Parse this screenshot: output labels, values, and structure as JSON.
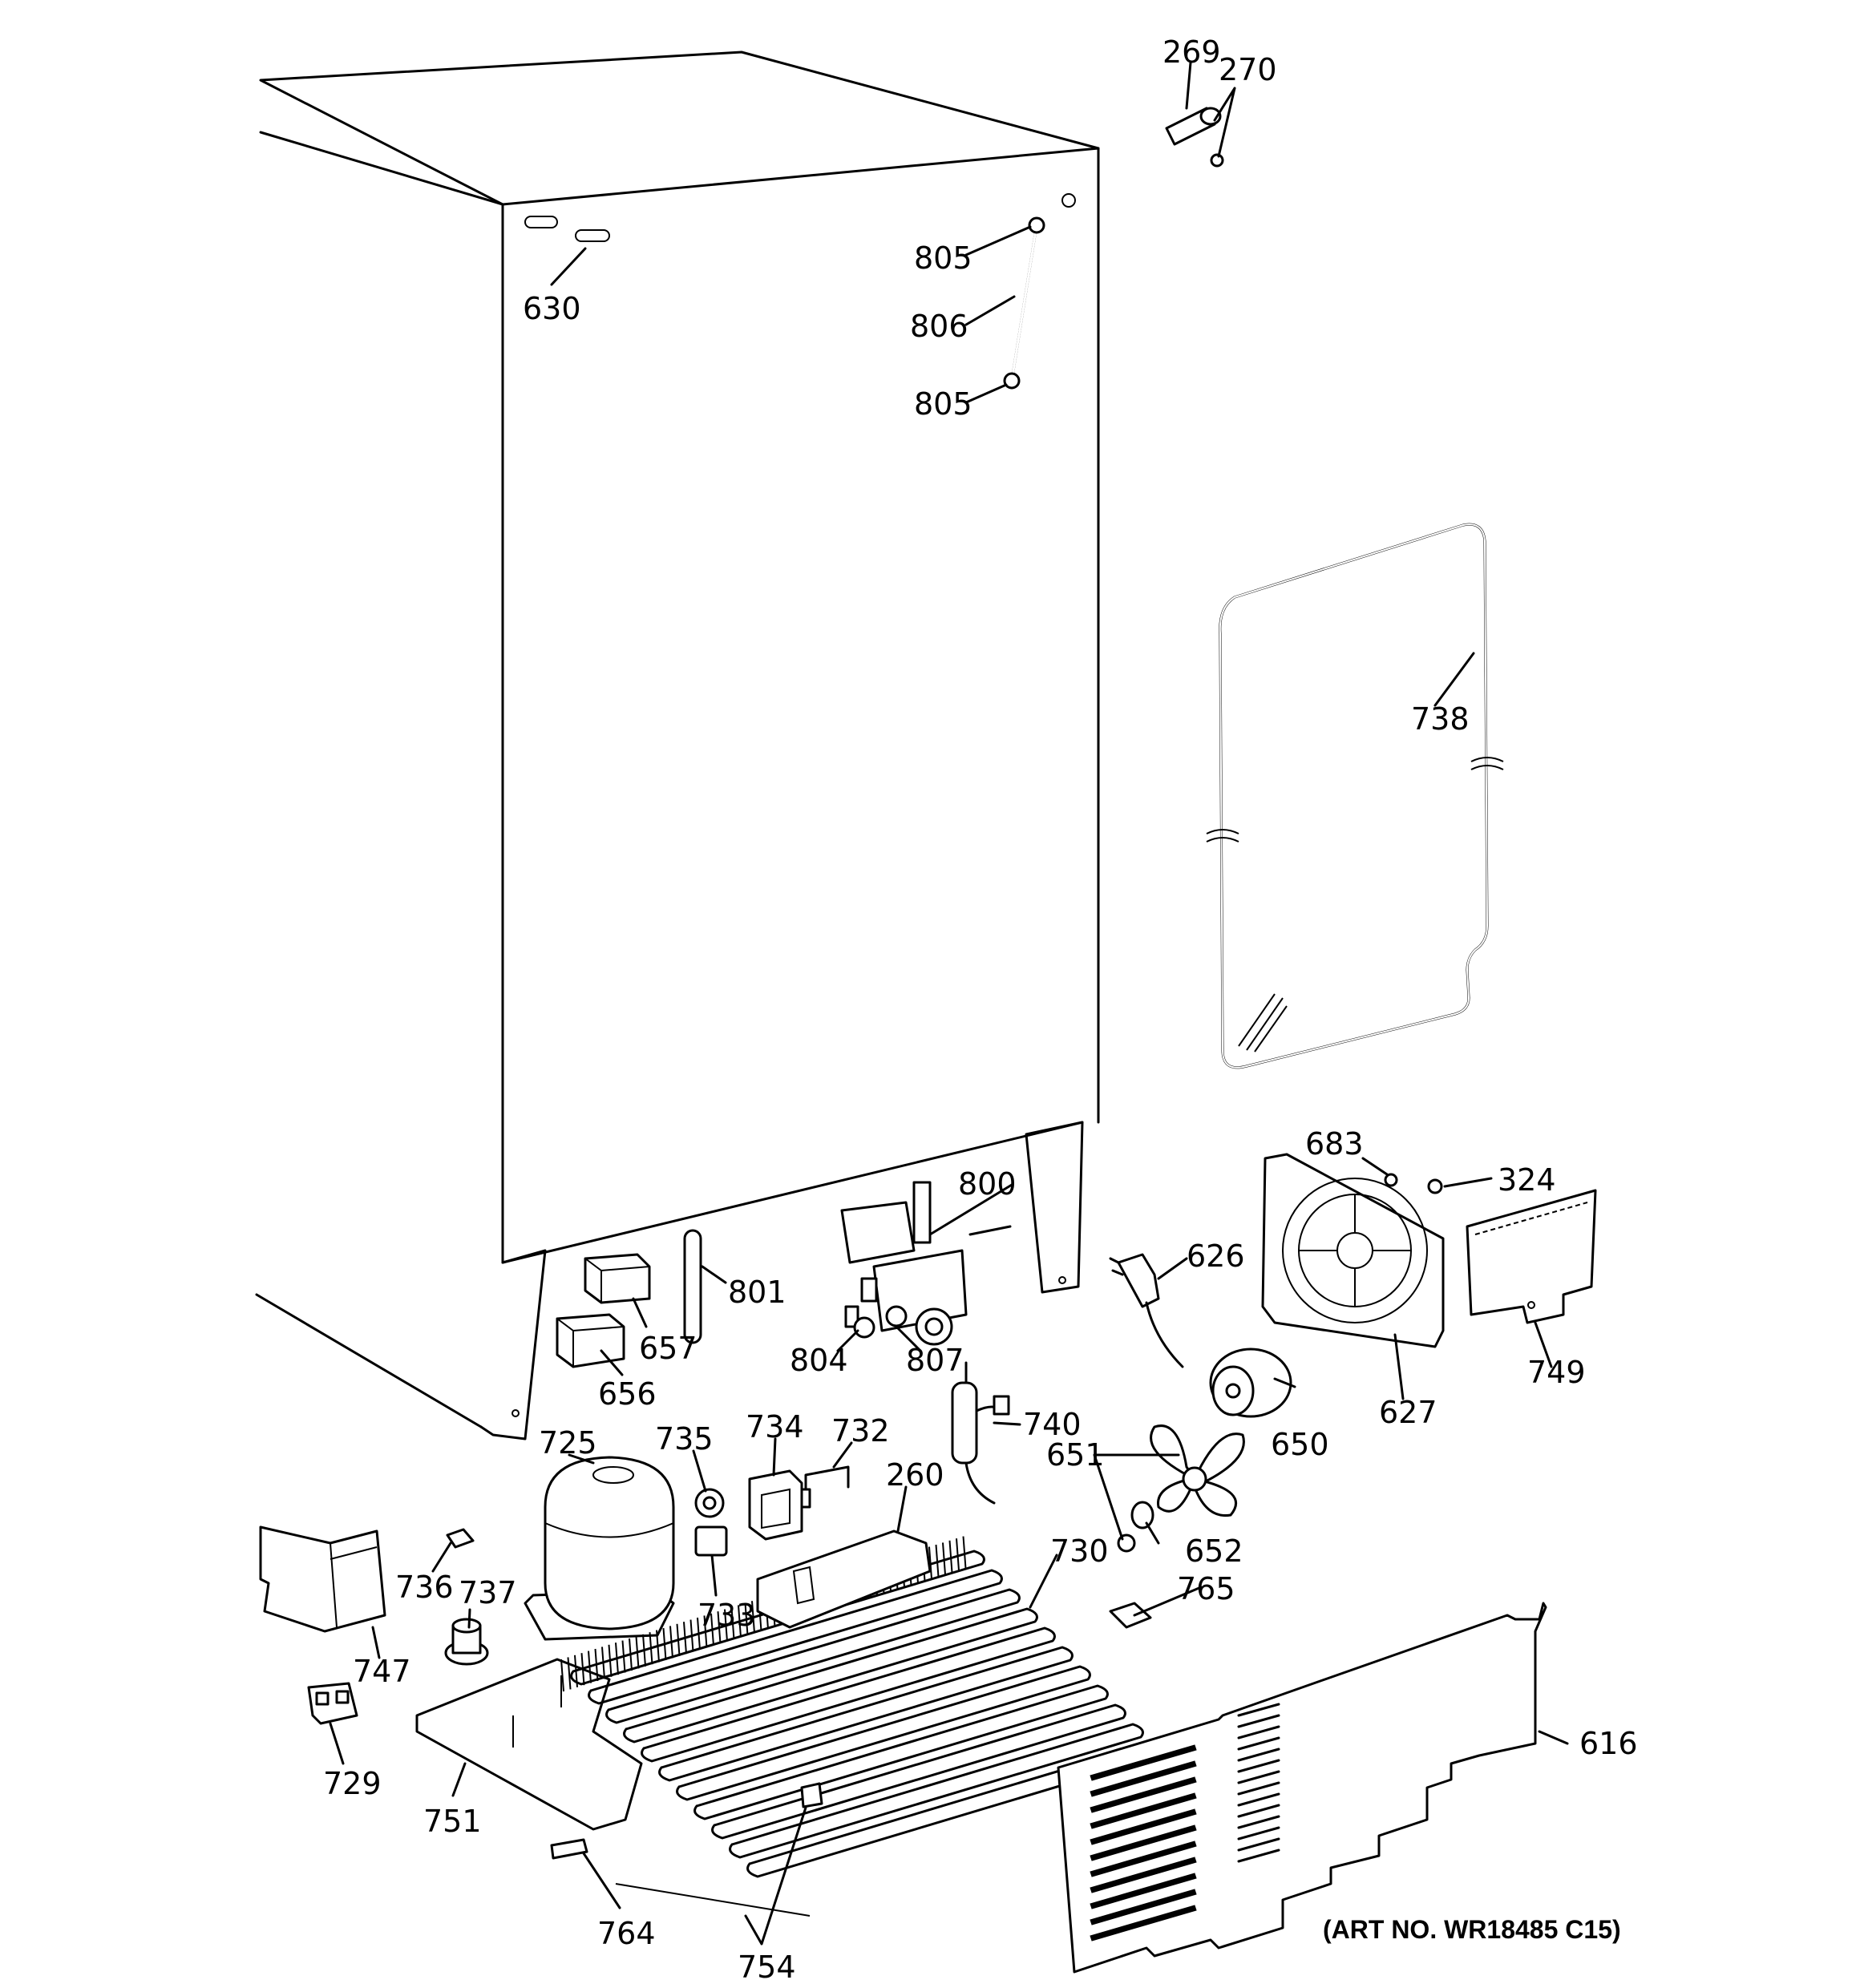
{
  "diagram": {
    "labels": {
      "p269": "269",
      "p270": "270",
      "p805a": "805",
      "p806": "806",
      "p805b": "805",
      "p630": "630",
      "p738": "738",
      "p683": "683",
      "p324": "324",
      "p800": "800",
      "p801": "801",
      "p626": "626",
      "p657": "657",
      "p656": "656",
      "p804": "804",
      "p807": "807",
      "p627": "627",
      "p749": "749",
      "p725": "725",
      "p735": "735",
      "p734": "734",
      "p732": "732",
      "p740": "740",
      "p650": "650",
      "p651": "651",
      "p260": "260",
      "p736": "736",
      "p737": "737",
      "p733": "733",
      "p730": "730",
      "p652": "652",
      "p765": "765",
      "p747": "747",
      "p616": "616",
      "p729": "729",
      "p751": "751",
      "p764": "764",
      "p754": "754"
    },
    "art_number": "(ART NO. WR18485 C15)"
  }
}
